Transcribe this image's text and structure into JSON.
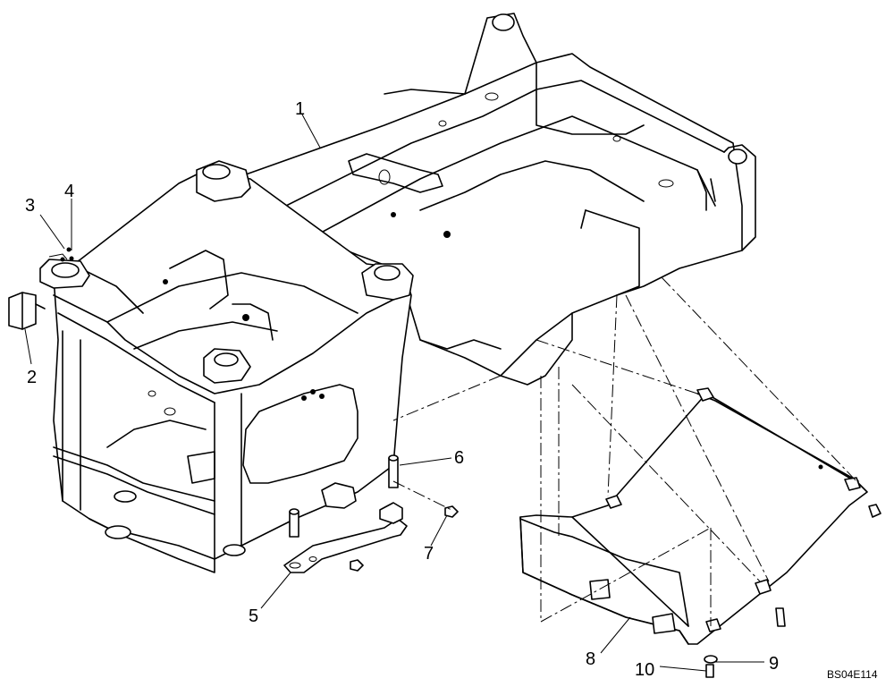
{
  "diagram": {
    "drawing_code": "BS04E114",
    "callouts": [
      {
        "id": "c1",
        "label": "1"
      },
      {
        "id": "c2",
        "label": "2"
      },
      {
        "id": "c3",
        "label": "3"
      },
      {
        "id": "c4",
        "label": "4"
      },
      {
        "id": "c5",
        "label": "5"
      },
      {
        "id": "c6",
        "label": "6"
      },
      {
        "id": "c7",
        "label": "7"
      },
      {
        "id": "c8",
        "label": "8"
      },
      {
        "id": "c9",
        "label": "9"
      },
      {
        "id": "c10",
        "label": "10"
      }
    ]
  }
}
